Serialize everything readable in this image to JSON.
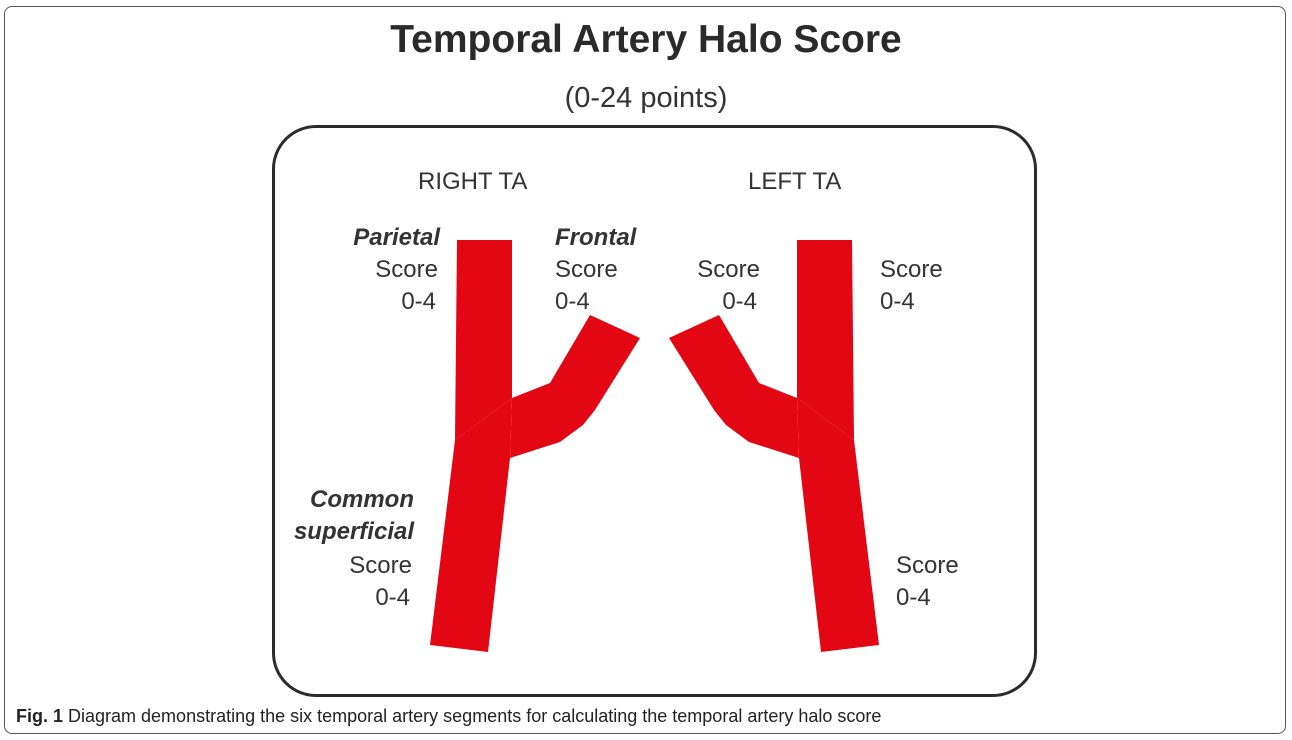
{
  "title": "Temporal Artery Halo Score",
  "subtitle": "(0-24 points)",
  "sides": {
    "right": {
      "header": "RIGHT TA",
      "parietal": {
        "name": "Parietal",
        "score": "Score",
        "range": "0-4"
      },
      "frontal": {
        "name": "Frontal",
        "score": "Score",
        "range": "0-4"
      },
      "common": {
        "name_line1": "Common",
        "name_line2": "superficial",
        "score": "Score",
        "range": "0-4"
      }
    },
    "left": {
      "header": "LEFT TA",
      "frontal": {
        "score": "Score",
        "range": "0-4"
      },
      "parietal": {
        "score": "Score",
        "range": "0-4"
      },
      "common": {
        "score": "Score",
        "range": "0-4"
      }
    }
  },
  "colors": {
    "artery": "#e30613",
    "border": "#2b2b2b"
  },
  "caption": {
    "label": "Fig. 1",
    "text": " Diagram demonstrating the six temporal artery segments for calculating the temporal artery halo score"
  }
}
